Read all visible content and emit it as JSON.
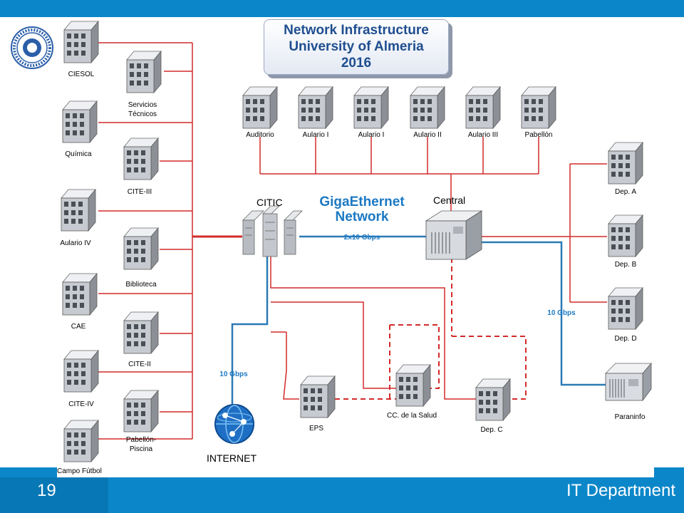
{
  "title": [
    "Network Infrastructure",
    "University of Almeria",
    "2016"
  ],
  "network_label": [
    "GigaEthernet",
    "Network"
  ],
  "hubs": {
    "citic": "CITIC",
    "central": "Central",
    "internet": "INTERNET"
  },
  "links": {
    "backbone": "2x10 Gbps",
    "internet": "10 Gbps",
    "paraninfo": "10 Gbps"
  },
  "left_buildings": [
    {
      "label": [
        "CIESOL"
      ]
    },
    {
      "label": [
        "Servicios",
        "Técnicos"
      ]
    },
    {
      "label": [
        "Química"
      ]
    },
    {
      "label": [
        "CITE-III"
      ]
    },
    {
      "label": [
        "Aulario IV"
      ]
    },
    {
      "label": [
        "Biblioteca"
      ]
    },
    {
      "label": [
        "CAE"
      ]
    },
    {
      "label": [
        "CITE-II"
      ]
    },
    {
      "label": [
        "CITE-IV"
      ]
    },
    {
      "label": [
        "Pabellón-",
        "Piscina"
      ]
    },
    {
      "label": [
        "Campo Fútbol"
      ]
    }
  ],
  "top_buildings": [
    {
      "label": "Auditorio"
    },
    {
      "label": "Aulario I"
    },
    {
      "label": "Aulario I"
    },
    {
      "label": "Aulario II"
    },
    {
      "label": "Aulario III"
    },
    {
      "label": "Pabellón"
    }
  ],
  "right_buildings": [
    {
      "label": "Dep. A"
    },
    {
      "label": "Dep. B"
    },
    {
      "label": "Dep. D"
    },
    {
      "label": "Paraninfo"
    }
  ],
  "bottom_buildings": [
    {
      "label": "EPS"
    },
    {
      "label": "CC. de la Salud"
    },
    {
      "label": "Dep. C"
    }
  ],
  "footer": {
    "page_number": "19",
    "department": "IT Department"
  },
  "colors": {
    "link_red": "#d32a2a",
    "link_blue": "#2a7ab5",
    "accent": "#0b87c9",
    "title_text": "#1f4e8f"
  }
}
